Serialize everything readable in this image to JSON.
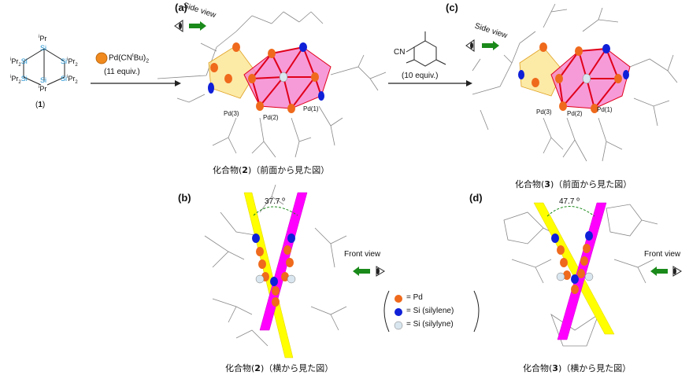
{
  "panels": {
    "a": "(a)",
    "b": "(b)",
    "c": "(c)",
    "d": "(d)"
  },
  "reagent1": {
    "formula_pre": "Pd(CN",
    "formula_sup": "t",
    "formula_post": "Bu)",
    "formula_sub": "2",
    "equiv": "(11 equiv.)",
    "color": "#f08a1e"
  },
  "reagent2": {
    "cn": "CN",
    "equiv": "(10 equiv.)"
  },
  "compound1": {
    "label_open": "(",
    "label_num": "1",
    "label_close": ")",
    "atoms": {
      "si_color": "#1c8fd0",
      "top_ipr": "Pr",
      "top_sup": "i"
    }
  },
  "view_labels": {
    "side_a": "Side view",
    "side_c": "Side view",
    "front_b": "Front view",
    "front_d": "Front view"
  },
  "angles": {
    "b": "37.7 º",
    "d": "47.7 º"
  },
  "pd_labels": {
    "a": [
      "Pd(3)",
      "Pd(2)",
      "Pd(1)"
    ],
    "c": [
      "Pd(3)",
      "Pd(2)",
      "Pd(1)"
    ]
  },
  "captions": {
    "a": {
      "pre": "化合物(",
      "num": "2",
      "post": ")（前面から見た図）"
    },
    "c": {
      "pre": "化合物(",
      "num": "3",
      "post": ")（前面から見た図）"
    },
    "b": {
      "pre": "化合物(",
      "num": "2",
      "post": ")（横から見た図）"
    },
    "d": {
      "pre": "化合物(",
      "num": "3",
      "post": ")（横から見た図）"
    }
  },
  "legend": {
    "items": [
      {
        "label": "= Pd",
        "color": "#ef6a1c"
      },
      {
        "label": "= Si (silylene)",
        "color": "#1020d8"
      },
      {
        "label": "= Si (silylyne)",
        "color": "#d9e6ef"
      }
    ]
  },
  "colors": {
    "arrow_green": "#1a8a1a",
    "plane_magenta": "#ff00ff",
    "plane_yellow": "#ffff00",
    "pd_orange": "#ef6a1c",
    "si_blue": "#1020d8",
    "cluster_pink": "#f47acb",
    "cluster_yellow": "#fbe38a",
    "bond_red": "#e0001a"
  }
}
